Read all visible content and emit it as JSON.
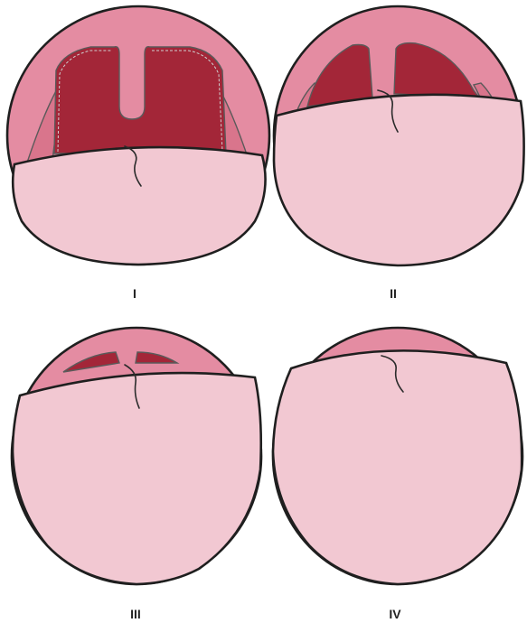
{
  "labels": {
    "grade_1": "I",
    "grade_2": "II",
    "grade_3": "III",
    "grade_4": "IV"
  },
  "colors": {
    "palate": "#e48ca2",
    "pharynx": "#a32638",
    "pillar": "#d9758c",
    "tongue": "#f2c8d2",
    "outline": "#1f1f1f"
  }
}
